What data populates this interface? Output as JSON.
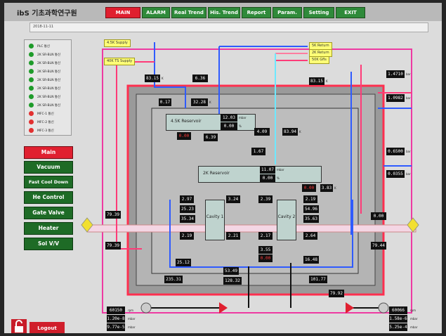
{
  "header": {
    "logo": "ibS 기초과학연구원",
    "nav": [
      "MAIN",
      "ALARM",
      "Real Trend",
      "His. Trend",
      "Report",
      "Param.",
      "Setting",
      "EXIT"
    ],
    "status_left": "2018-11-11"
  },
  "indicators": [
    {
      "label": "PLC 통신",
      "color": "#1e9b2a"
    },
    {
      "label": "2K SR-BLN 통신",
      "color": "#1e9b2a"
    },
    {
      "label": "2K SR-BLN 통신",
      "color": "#1e9b2a"
    },
    {
      "label": "2K SR-BLN 통신",
      "color": "#1e9b2a"
    },
    {
      "label": "2K SR-BLN 통신",
      "color": "#1e9b2a"
    },
    {
      "label": "2K SR-BLN 통신",
      "color": "#1e9b2a"
    },
    {
      "label": "2K SR-BLN 통신",
      "color": "#1e9b2a"
    },
    {
      "label": "2K SR-BLN 통신",
      "color": "#1e9b2a"
    },
    {
      "label": "MFC-1 통신",
      "color": "#e23030"
    },
    {
      "label": "MFC-2 통신",
      "color": "#e23030"
    },
    {
      "label": "MFC-3 통신",
      "color": "#e23030"
    }
  ],
  "side_buttons": [
    "Main",
    "Vacuum",
    "Fast Cool Down",
    "He Control",
    "Gate Valve",
    "Heater",
    "Sol V/V"
  ],
  "logout": "Logout",
  "tags": {
    "supply45": "4.5K Supply",
    "supply40": "40K TS Supply",
    "return5k": "5K Return",
    "return2k": "2K Return",
    "return50": "50K Gfls"
  },
  "reservoirs": {
    "k45": "4.5K Reservoir",
    "k2": "2K Reservoir"
  },
  "cavities": {
    "c1": "Cavity 1",
    "c2": "Cavity 2"
  },
  "values": {
    "v8315a": "83.15",
    "v636": "6.36",
    "v8315b": "83.15",
    "v017": "0.17",
    "v3228": "32.28",
    "v1203": "12.03",
    "v000a": "0.00",
    "v000r": "0.00",
    "v639": "6.39",
    "v409": "4.09",
    "v8394": "83.94",
    "v167": "1.67",
    "v1107": "11.07",
    "v000b": "0.00",
    "v000c": "0.00",
    "v383": "3.83",
    "v297": "2.97",
    "v324": "3.24",
    "v239": "2.39",
    "v219a": "2.19",
    "v2523": "25.23",
    "v3534": "35.34",
    "v5496": "54.96",
    "v3563": "35.63",
    "v219b": "2.19",
    "v221": "2.21",
    "v217": "2.17",
    "v264": "2.64",
    "v355": "3.55",
    "v000d": "0.00",
    "v2512": "25.12",
    "v1648": "16.48",
    "v5349": "53.49",
    "v12832": "128.32",
    "v23531": "235.31",
    "v10177": "101.77",
    "v7939a": "79.39",
    "v7939b": "79.39",
    "v000e": "0.00",
    "v7944": "79.44",
    "v7992": "79.92",
    "v14710": "1.4710",
    "v10982": "1.0982",
    "v06500": "0.6500",
    "v00355": "0.0355",
    "v60150": "60150",
    "v120e8": "1.20e-8",
    "v977e5": "9.77e-5",
    "v60066": "60066",
    "v158e6": "1.58e-6",
    "v525e4": "5.25e-4"
  },
  "units": {
    "K": "K",
    "bar": "bar",
    "rpm": "rpm",
    "mbar": "mbar",
    "pct": "%"
  }
}
